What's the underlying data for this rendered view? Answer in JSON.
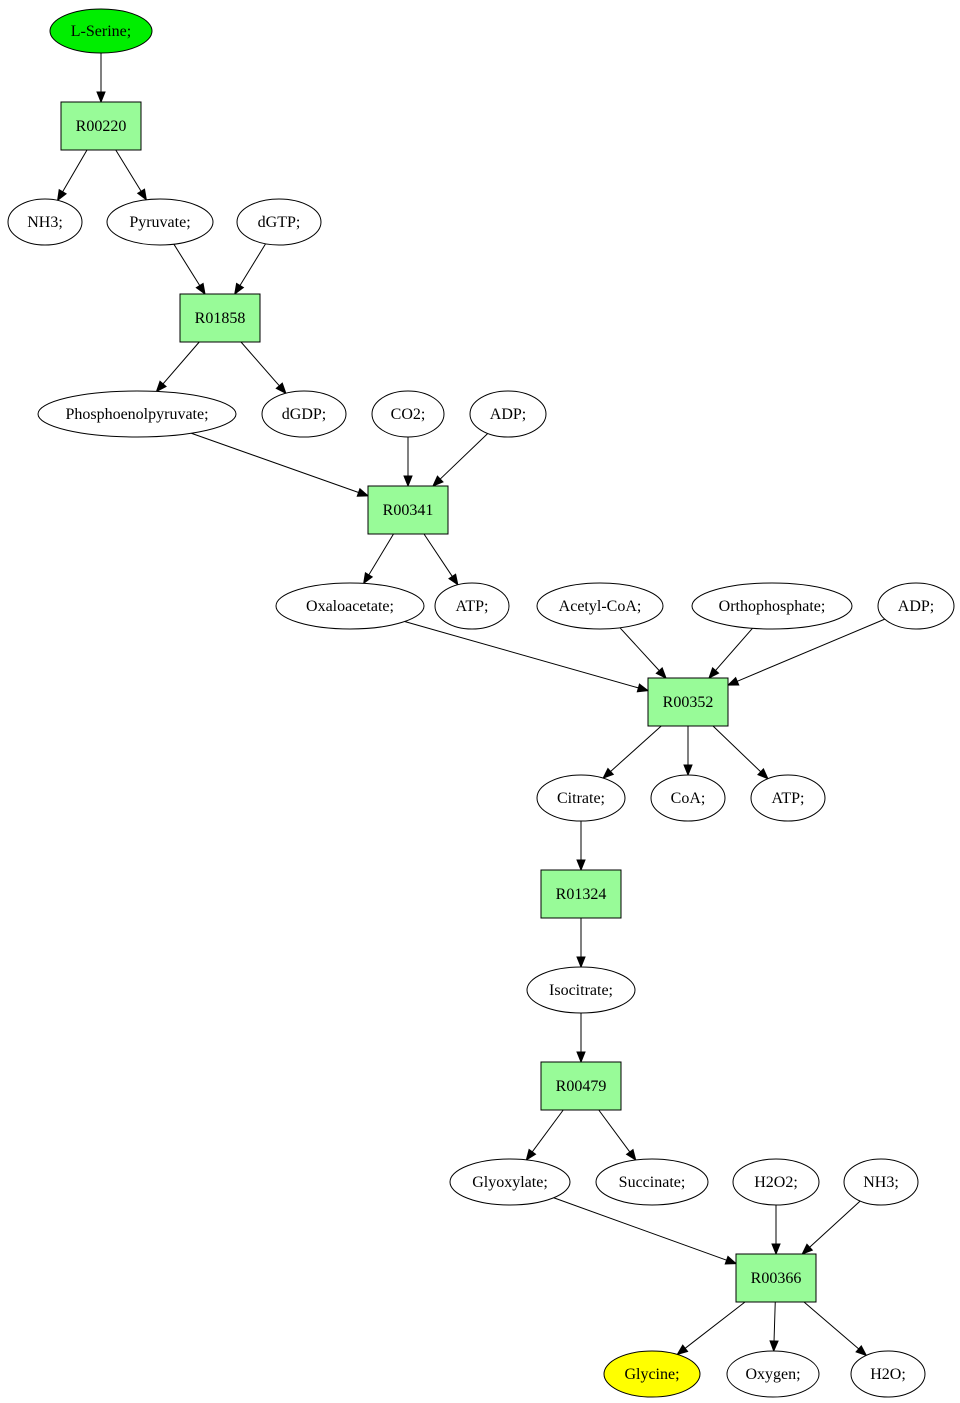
{
  "colors": {
    "source": "#00ee00",
    "target": "#ffff00",
    "reaction": "#98fb98",
    "compound": "#ffffff"
  },
  "nodes": [
    {
      "id": "lserine",
      "label": "L-Serine;",
      "kind": "compound",
      "role": "source"
    },
    {
      "id": "r00220",
      "label": "R00220",
      "kind": "reaction"
    },
    {
      "id": "nh3a",
      "label": "NH3;",
      "kind": "compound"
    },
    {
      "id": "pyruvate",
      "label": "Pyruvate;",
      "kind": "compound"
    },
    {
      "id": "dgtp",
      "label": "dGTP;",
      "kind": "compound"
    },
    {
      "id": "r01858",
      "label": "R01858",
      "kind": "reaction"
    },
    {
      "id": "pep",
      "label": "Phosphoenolpyruvate;",
      "kind": "compound"
    },
    {
      "id": "dgdp",
      "label": "dGDP;",
      "kind": "compound"
    },
    {
      "id": "co2",
      "label": "CO2;",
      "kind": "compound"
    },
    {
      "id": "adp1",
      "label": "ADP;",
      "kind": "compound"
    },
    {
      "id": "r00341",
      "label": "R00341",
      "kind": "reaction"
    },
    {
      "id": "oxaloacetate",
      "label": "Oxaloacetate;",
      "kind": "compound"
    },
    {
      "id": "atp1",
      "label": "ATP;",
      "kind": "compound"
    },
    {
      "id": "acetylcoa",
      "label": "Acetyl-CoA;",
      "kind": "compound"
    },
    {
      "id": "orthophosphate",
      "label": "Orthophosphate;",
      "kind": "compound"
    },
    {
      "id": "adp2",
      "label": "ADP;",
      "kind": "compound"
    },
    {
      "id": "r00352",
      "label": "R00352",
      "kind": "reaction"
    },
    {
      "id": "citrate",
      "label": "Citrate;",
      "kind": "compound"
    },
    {
      "id": "coa",
      "label": "CoA;",
      "kind": "compound"
    },
    {
      "id": "atp2",
      "label": "ATP;",
      "kind": "compound"
    },
    {
      "id": "r01324",
      "label": "R01324",
      "kind": "reaction"
    },
    {
      "id": "isocitrate",
      "label": "Isocitrate;",
      "kind": "compound"
    },
    {
      "id": "r00479",
      "label": "R00479",
      "kind": "reaction"
    },
    {
      "id": "glyoxylate",
      "label": "Glyoxylate;",
      "kind": "compound"
    },
    {
      "id": "succinate",
      "label": "Succinate;",
      "kind": "compound"
    },
    {
      "id": "h2o2",
      "label": "H2O2;",
      "kind": "compound"
    },
    {
      "id": "nh3b",
      "label": "NH3;",
      "kind": "compound"
    },
    {
      "id": "r00366",
      "label": "R00366",
      "kind": "reaction"
    },
    {
      "id": "glycine",
      "label": "Glycine;",
      "kind": "compound",
      "role": "target"
    },
    {
      "id": "oxygen",
      "label": "Oxygen;",
      "kind": "compound"
    },
    {
      "id": "h2o",
      "label": "H2O;",
      "kind": "compound"
    }
  ],
  "edges": [
    {
      "from": "lserine",
      "to": "r00220"
    },
    {
      "from": "r00220",
      "to": "nh3a"
    },
    {
      "from": "r00220",
      "to": "pyruvate"
    },
    {
      "from": "pyruvate",
      "to": "r01858"
    },
    {
      "from": "dgtp",
      "to": "r01858"
    },
    {
      "from": "r01858",
      "to": "pep"
    },
    {
      "from": "r01858",
      "to": "dgdp"
    },
    {
      "from": "pep",
      "to": "r00341"
    },
    {
      "from": "co2",
      "to": "r00341"
    },
    {
      "from": "adp1",
      "to": "r00341"
    },
    {
      "from": "r00341",
      "to": "oxaloacetate"
    },
    {
      "from": "r00341",
      "to": "atp1"
    },
    {
      "from": "oxaloacetate",
      "to": "r00352"
    },
    {
      "from": "acetylcoa",
      "to": "r00352"
    },
    {
      "from": "orthophosphate",
      "to": "r00352"
    },
    {
      "from": "adp2",
      "to": "r00352"
    },
    {
      "from": "r00352",
      "to": "citrate"
    },
    {
      "from": "r00352",
      "to": "coa"
    },
    {
      "from": "r00352",
      "to": "atp2"
    },
    {
      "from": "citrate",
      "to": "r01324"
    },
    {
      "from": "r01324",
      "to": "isocitrate"
    },
    {
      "from": "isocitrate",
      "to": "r00479"
    },
    {
      "from": "r00479",
      "to": "glyoxylate"
    },
    {
      "from": "r00479",
      "to": "succinate"
    },
    {
      "from": "glyoxylate",
      "to": "r00366"
    },
    {
      "from": "h2o2",
      "to": "r00366"
    },
    {
      "from": "nh3b",
      "to": "r00366"
    },
    {
      "from": "r00366",
      "to": "glycine"
    },
    {
      "from": "r00366",
      "to": "oxygen"
    },
    {
      "from": "r00366",
      "to": "h2o"
    }
  ]
}
